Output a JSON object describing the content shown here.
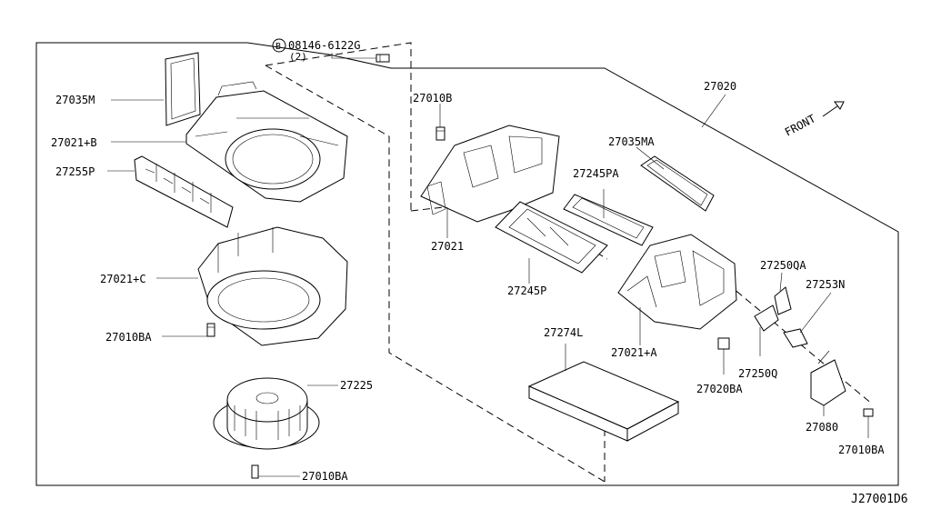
{
  "callouts": [
    {
      "id": "27035M",
      "text": "27035M"
    },
    {
      "id": "27021B",
      "text": "27021+B"
    },
    {
      "id": "27255P",
      "text": "27255P"
    },
    {
      "id": "27021C",
      "text": "27021+C"
    },
    {
      "id": "27010BA_1",
      "text": "27010BA"
    },
    {
      "id": "27225",
      "text": "27225"
    },
    {
      "id": "27010BA_2",
      "text": "27010BA"
    },
    {
      "id": "27010B",
      "text": "27010B"
    },
    {
      "id": "27021",
      "text": "27021"
    },
    {
      "id": "27245P",
      "text": "27245P"
    },
    {
      "id": "27035MA",
      "text": "27035MA"
    },
    {
      "id": "27245PA",
      "text": "27245PA"
    },
    {
      "id": "27020",
      "text": "27020"
    },
    {
      "id": "27250QA",
      "text": "27250QA"
    },
    {
      "id": "27253N",
      "text": "27253N"
    },
    {
      "id": "27274L",
      "text": "27274L"
    },
    {
      "id": "27021A",
      "text": "27021+A"
    },
    {
      "id": "27250Q",
      "text": "27250Q"
    },
    {
      "id": "27020BA",
      "text": "27020BA"
    },
    {
      "id": "27080",
      "text": "27080"
    },
    {
      "id": "27010BA_3",
      "text": "27010BA"
    }
  ],
  "bolt_spec": {
    "circle_letter": "B",
    "part": "08146-6122G",
    "qty": "(2)"
  },
  "front_label": "FRONT",
  "diagram_code": "J27001D6"
}
